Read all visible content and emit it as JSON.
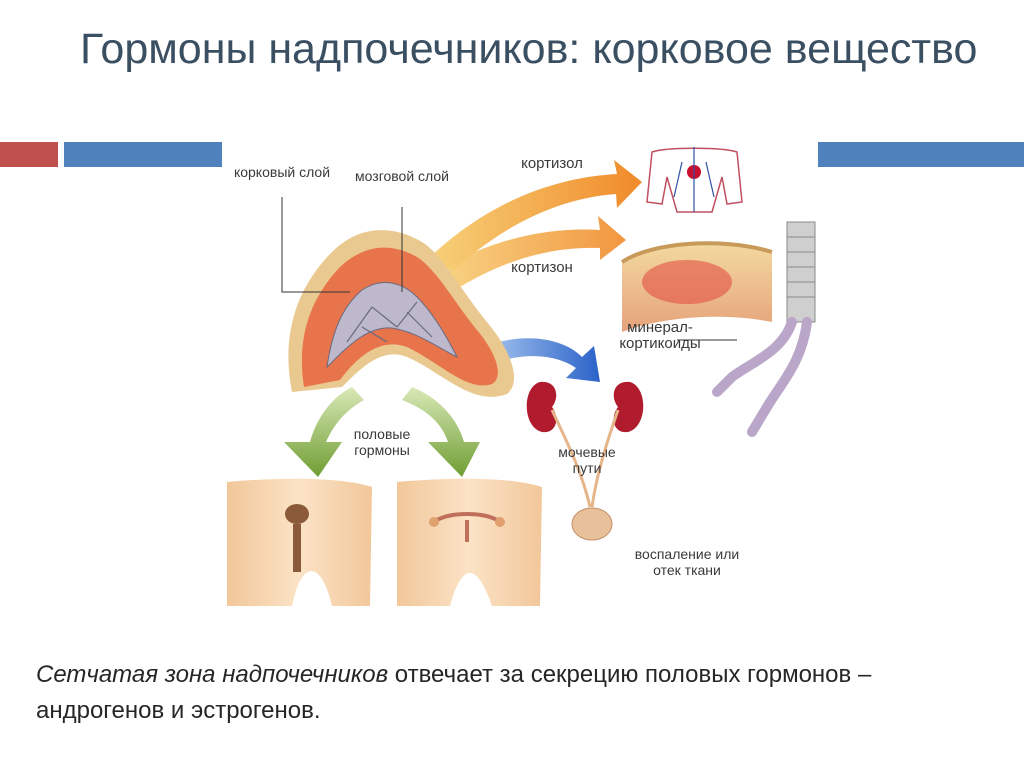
{
  "title": "Гормоны надпочечников: корковое вещество",
  "diagram": {
    "labels": {
      "cortex_layer": "корковый слой",
      "medulla_layer": "мозговой слой",
      "cortisol": "кортизол",
      "cortisone": "кортизон",
      "mineralocorticoids": "минерал-кортикоиды",
      "sex_hormones": "половые гормоны",
      "urinary_tract": "мочевые пути",
      "inflammation": "воспаление или отек ткани"
    },
    "colors": {
      "orange_arrow": "#f0a030",
      "blue_arrow": "#2f6fd0",
      "green_arrow": "#7aa83a",
      "cortex": "#e87a4a",
      "medulla": "#b8b4c8",
      "capsule": "#e8c98a",
      "skin": "#f5d3a8"
    }
  },
  "caption": {
    "italic": "Сетчатая зона надпочечников",
    "rest": " отвечает за секрецию половых гормонов – андрогенов и эстрогенов."
  }
}
